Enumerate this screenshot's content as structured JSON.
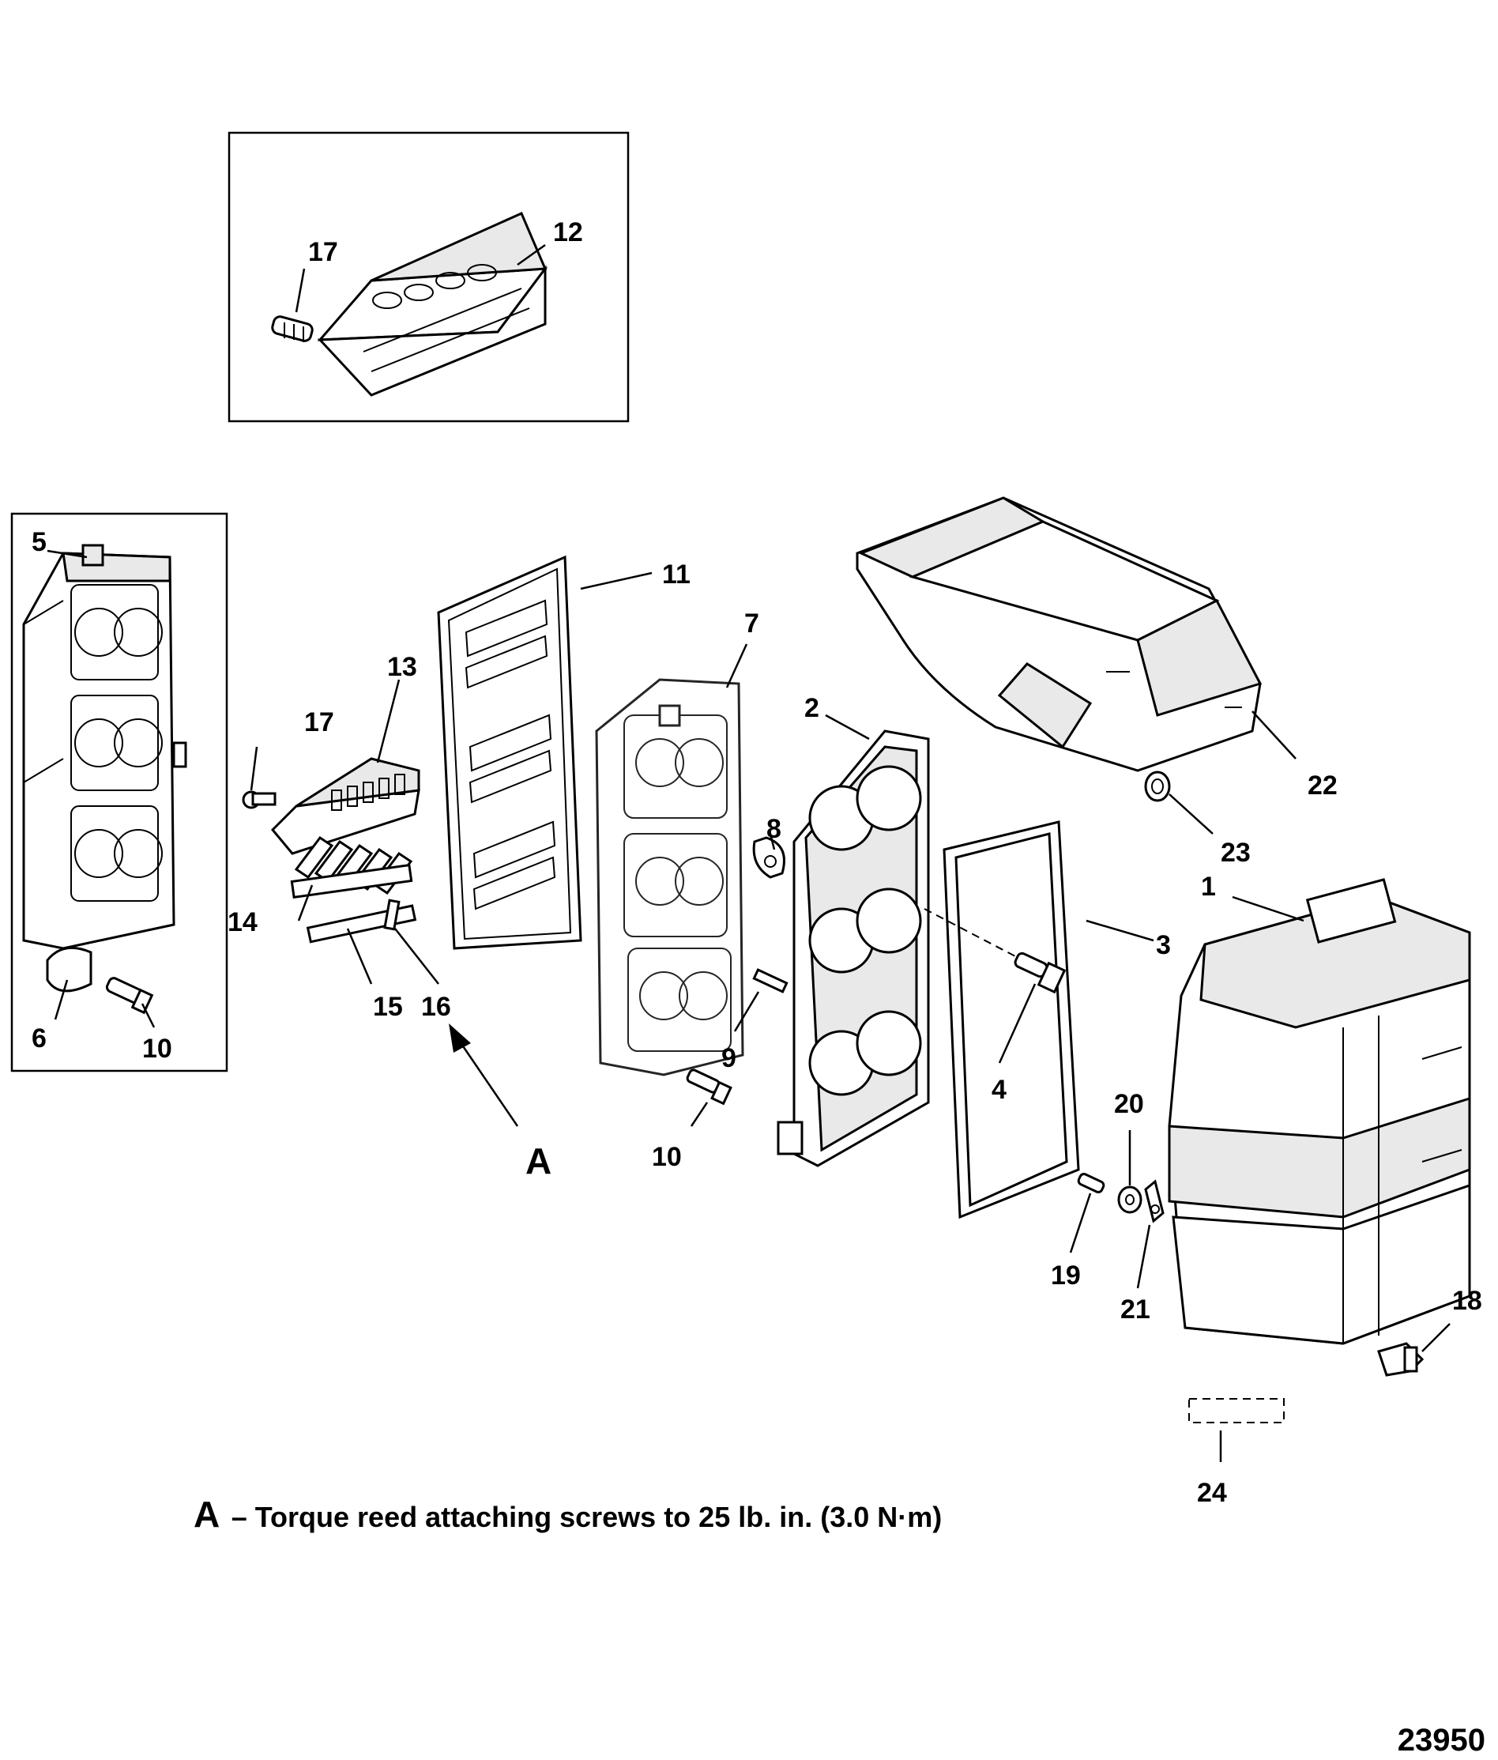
{
  "callouts": {
    "c1": "1",
    "c2": "2",
    "c3": "3",
    "c4": "4",
    "c5": "5",
    "c6": "6",
    "c7": "7",
    "c8": "8",
    "c9": "9",
    "c10a": "10",
    "c10b": "10",
    "c11": "11",
    "c12": "12",
    "c13": "13",
    "c14": "14",
    "c15": "15",
    "c16": "16",
    "c17a": "17",
    "c17b": "17",
    "c18": "18",
    "c19": "19",
    "c20": "20",
    "c21": "21",
    "c22": "22",
    "c23": "23",
    "c24": "24"
  },
  "view_marker": "A",
  "note": {
    "letter": "A",
    "text": "– Torque reed attaching screws to 25 lb. in. (3.0 N·m)"
  },
  "figure_number": "23950"
}
